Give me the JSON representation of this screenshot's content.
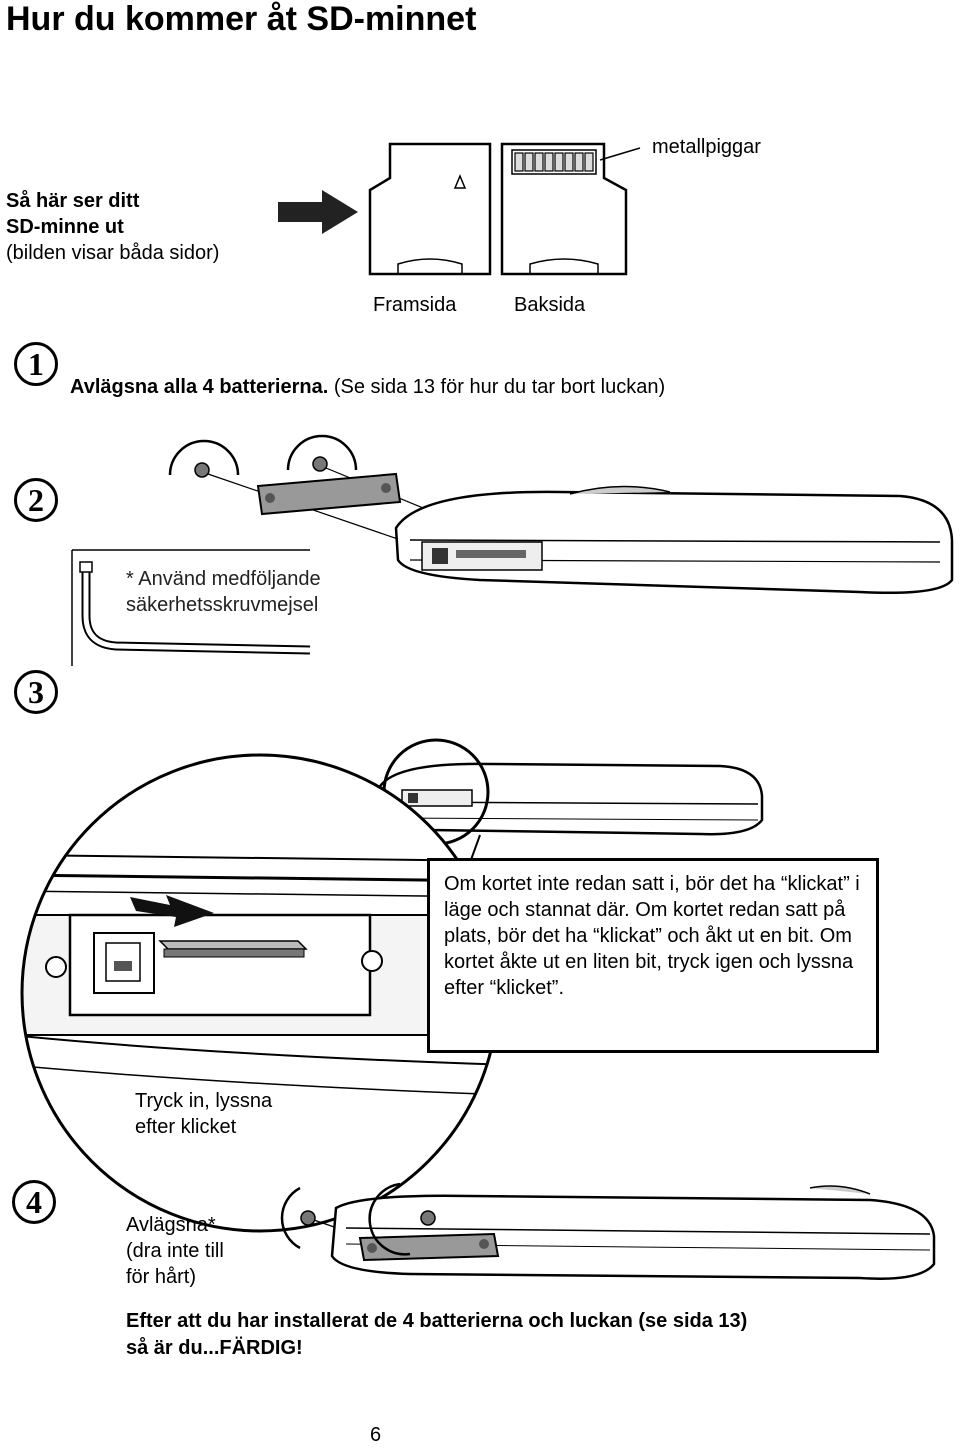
{
  "page": {
    "title": "Hur du kommer åt SD-minnet",
    "page_number": "6"
  },
  "sd_card": {
    "intro_line1": "Så här ser ditt",
    "intro_line2": "SD-minne ut",
    "intro_line3": "(bilden visar båda sidor)",
    "metal_label": "metallpiggar",
    "front_label": "Framsida",
    "back_label": "Baksida"
  },
  "steps": [
    {
      "number": "1",
      "text_bold": "Avlägsna alla 4 batterierna.",
      "text_normal": "(Se sida 13 för hur du tar bort luckan)"
    },
    {
      "number": "2",
      "note_line1": "* Använd medföljande",
      "note_line2": "säkerhetsskruvmejsel"
    },
    {
      "number": "3",
      "info": "Om kortet inte redan satt i, bör det ha “klickat” i läge och stannat där. Om kortet redan satt på plats, bör det ha “klickat” och åkt ut en bit. Om kortet åkte ut en liten bit, tryck igen och lyssna efter “klicket”.",
      "press_line1": "Tryck in, lyssna",
      "press_line2": "efter klicket"
    },
    {
      "number": "4",
      "remove_line1": "Avlägsna*",
      "remove_line2": "(dra inte till",
      "remove_line3": "för hårt)"
    }
  ],
  "finish": {
    "line1": "Efter att du har installerat de 4 batterierna och luckan (se sida 13)",
    "line2": "så är du...FÄRDIG!"
  }
}
